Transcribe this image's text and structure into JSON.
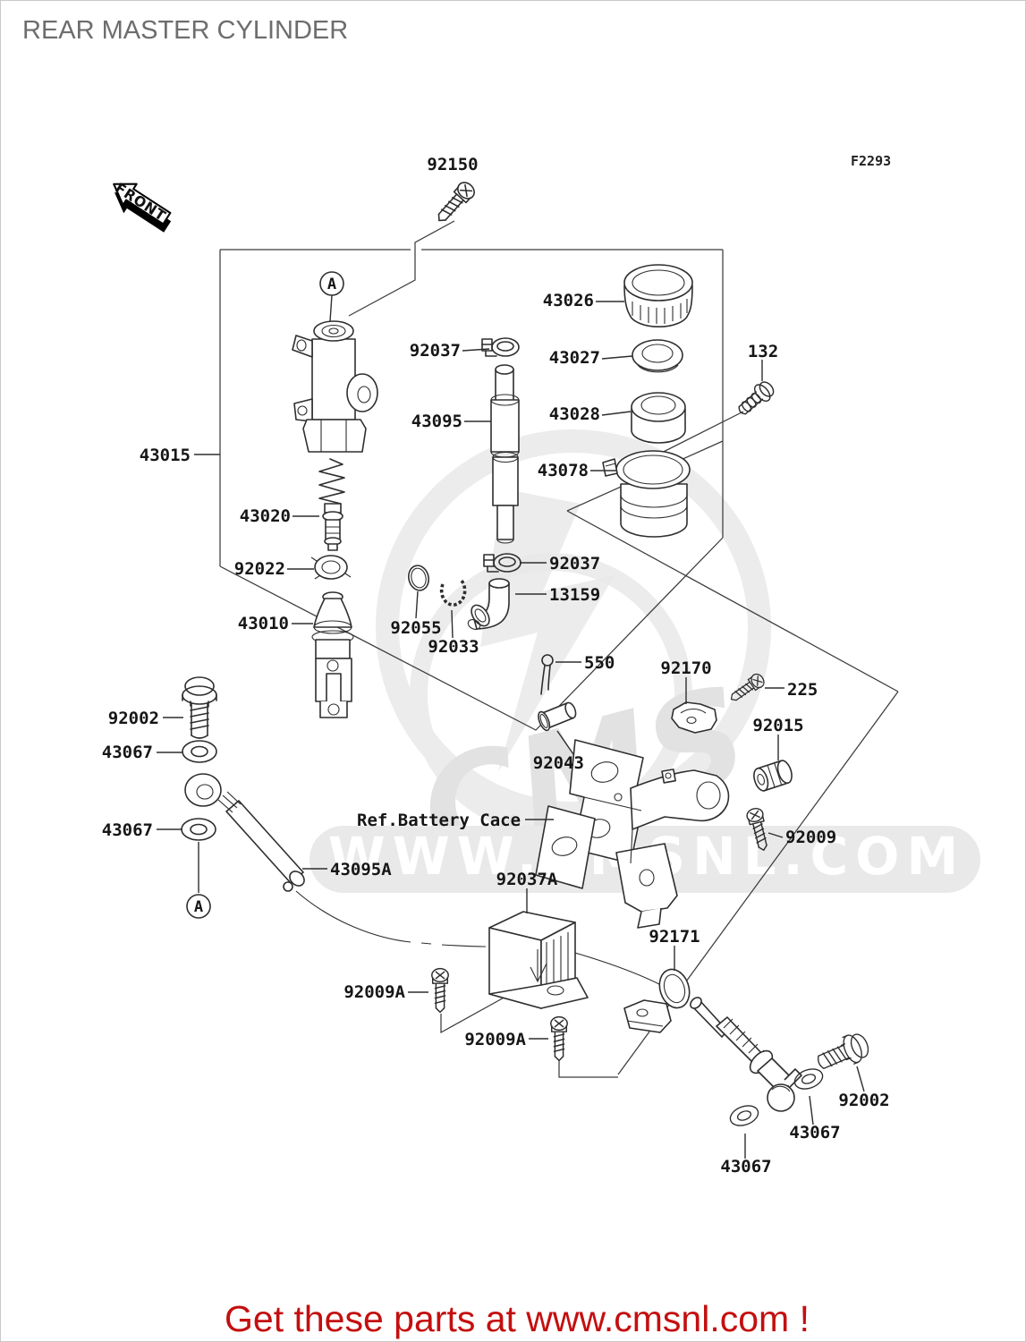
{
  "page": {
    "title": "REAR MASTER CYLINDER",
    "figure_code": "F2293",
    "front_label": "FRONT",
    "banner": "Get these parts at www.cmsnl.com !",
    "banner_color": "#c40f0f",
    "marker": "A"
  },
  "watermark": {
    "brand": "CMS",
    "url_text": "WWW.CMSNL.COM"
  },
  "labels": [
    "92150",
    "43026",
    "92037",
    "43027",
    "43095",
    "43028",
    "132",
    "43078",
    "43015",
    "43020",
    "92022",
    "43010",
    "92055",
    "92033",
    "92037",
    "13159",
    "550",
    "92170",
    "225",
    "92015",
    "92043",
    "92009",
    "Ref.Battery Cace",
    "43095A",
    "92037A",
    "92171",
    "92009A",
    "92009A",
    "92002",
    "43067",
    "43067",
    "92002",
    "43067",
    "43067"
  ]
}
